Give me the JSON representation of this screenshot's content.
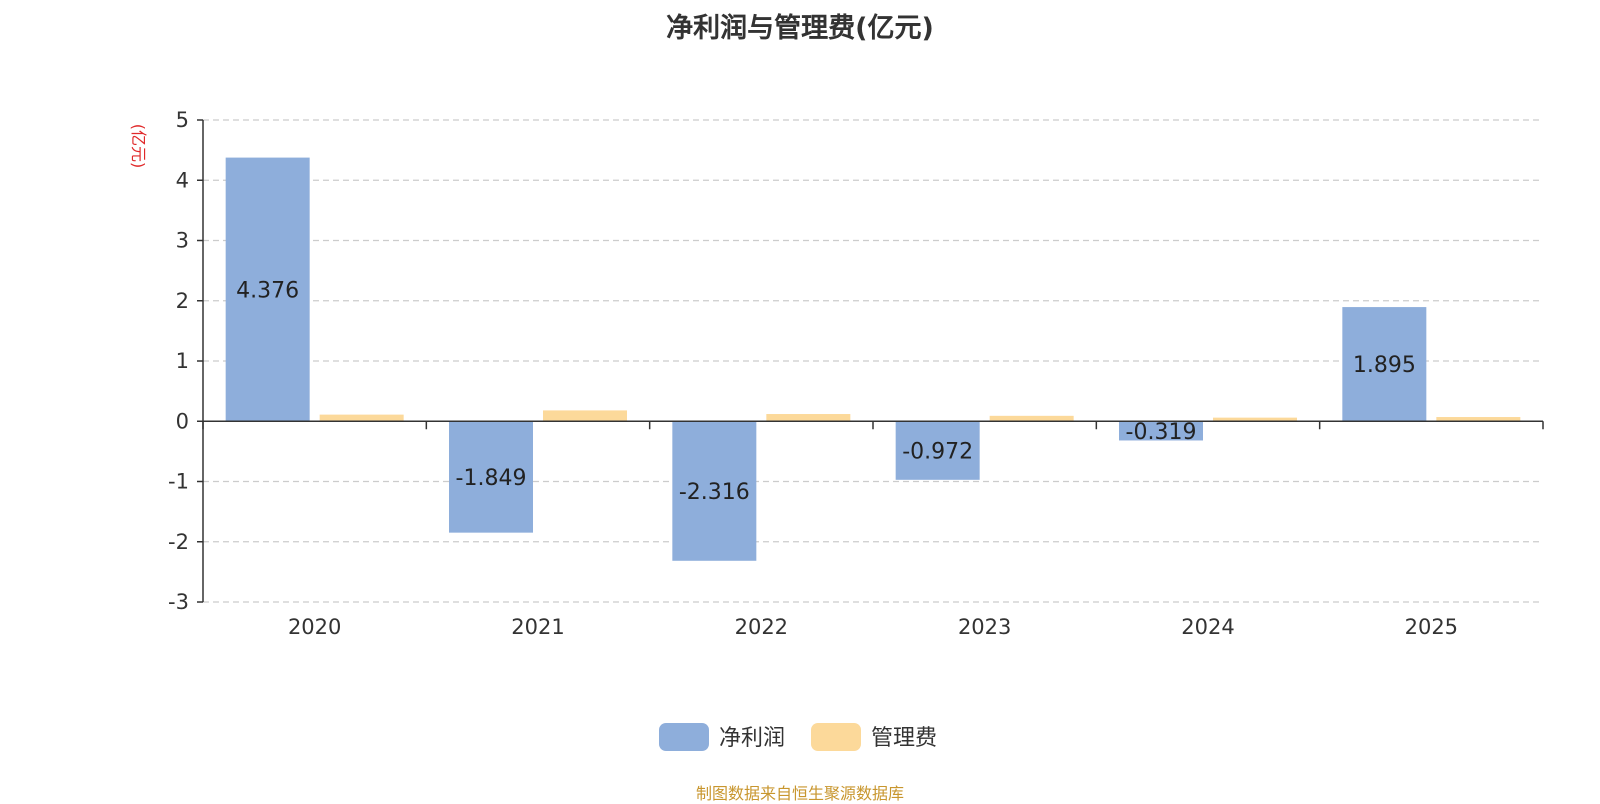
{
  "chart_data": {
    "type": "bar",
    "title": "净利润与管理费(亿元)",
    "ylabel": "(亿元)",
    "xlabel": "",
    "categories": [
      "2020",
      "2021",
      "2022",
      "2023",
      "2024",
      "2025"
    ],
    "ylim": [
      -3,
      5
    ],
    "yticks": [
      5,
      4,
      3,
      2,
      1,
      0,
      -1,
      -2,
      -3
    ],
    "grid": true,
    "legend_position": "bottom",
    "series": [
      {
        "name": "净利润",
        "color": "#8eaedb",
        "values": [
          4.376,
          -1.849,
          -2.316,
          -0.972,
          -0.319,
          1.895
        ],
        "labels": [
          "4.376",
          "-1.849",
          "-2.316",
          "-0.972",
          "-0.319",
          "1.895"
        ]
      },
      {
        "name": "管理费",
        "color": "#fcd99a",
        "values": [
          0.11,
          0.18,
          0.12,
          0.09,
          0.06,
          0.07
        ]
      }
    ]
  },
  "source_text": "制图数据来自恒生聚源数据库"
}
